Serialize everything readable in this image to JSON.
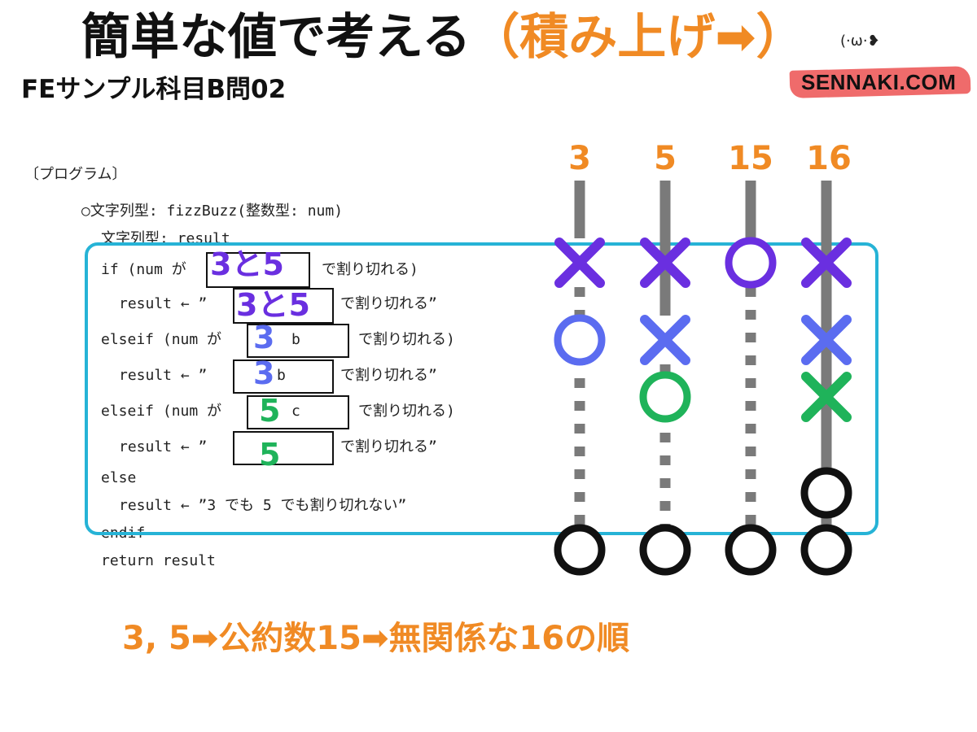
{
  "title": {
    "main": "簡単な値で考える",
    "accent": "（積み上げ➡）"
  },
  "subtitle": "FEサンプル科目B問02",
  "logo": {
    "face": "(·ω·❥",
    "text": "SENNAKI.COM"
  },
  "program": {
    "header": "〔プログラム〕",
    "line1": "○文字列型: fizzBuzz(整数型: num)",
    "line2": "文字列型: result",
    "if_pre": "if (num が",
    "if_post": "で割り切れる)",
    "r1_pre": "result ← ”",
    "r1_post": "で割り切れる”",
    "elseif_pre": "elseif (num が",
    "elseif_post": "で割り切れる)",
    "r2_pre": "result ← ”",
    "r2_post": "で割り切れる”",
    "elseif2_pre": "elseif (num が",
    "elseif2_post": "で割り切れる)",
    "r3_pre": "result ← ”",
    "r3_post": "で割り切れる”",
    "else": "else",
    "r4": "result ← ”3 でも 5 でも割り切れない”",
    "endif": "endif",
    "return": "return result",
    "box_b": "b",
    "box_c": "c"
  },
  "fills": {
    "a": "3と5",
    "b": "3",
    "c": "5"
  },
  "columns": [
    "3",
    "5",
    "15",
    "16"
  ],
  "footer": "3, 5➡公約数15➡無関係な16の順",
  "colors": {
    "orange": "#f08a24",
    "purple": "#6a2fe0",
    "blue": "#5b6cf0",
    "green": "#1fb35a",
    "black": "#111111",
    "frame": "#26b3d6",
    "track": "#7a7a7a"
  },
  "marks": [
    {
      "column": "3",
      "row": 1,
      "symbol": "×",
      "color": "purple"
    },
    {
      "column": "5",
      "row": 1,
      "symbol": "×",
      "color": "purple"
    },
    {
      "column": "15",
      "row": 1,
      "symbol": "○",
      "color": "purple"
    },
    {
      "column": "16",
      "row": 1,
      "symbol": "×",
      "color": "purple"
    },
    {
      "column": "3",
      "row": 2,
      "symbol": "○",
      "color": "blue"
    },
    {
      "column": "5",
      "row": 2,
      "symbol": "×",
      "color": "blue"
    },
    {
      "column": "16",
      "row": 2,
      "symbol": "×",
      "color": "blue"
    },
    {
      "column": "5",
      "row": 3,
      "symbol": "○",
      "color": "green"
    },
    {
      "column": "16",
      "row": 3,
      "symbol": "×",
      "color": "green"
    },
    {
      "column": "16",
      "row": 4,
      "symbol": "○",
      "color": "black"
    },
    {
      "column": "3",
      "row": 5,
      "symbol": "○",
      "color": "black"
    },
    {
      "column": "5",
      "row": 5,
      "symbol": "○",
      "color": "black"
    },
    {
      "column": "15",
      "row": 5,
      "symbol": "○",
      "color": "black"
    },
    {
      "column": "16",
      "row": 5,
      "symbol": "○",
      "color": "black"
    }
  ],
  "stops": [
    {
      "column": "3",
      "row": 1
    },
    {
      "column": "5",
      "row": 2
    },
    {
      "column": "15",
      "row": 1
    },
    {
      "column": "16",
      "row": 4
    }
  ]
}
